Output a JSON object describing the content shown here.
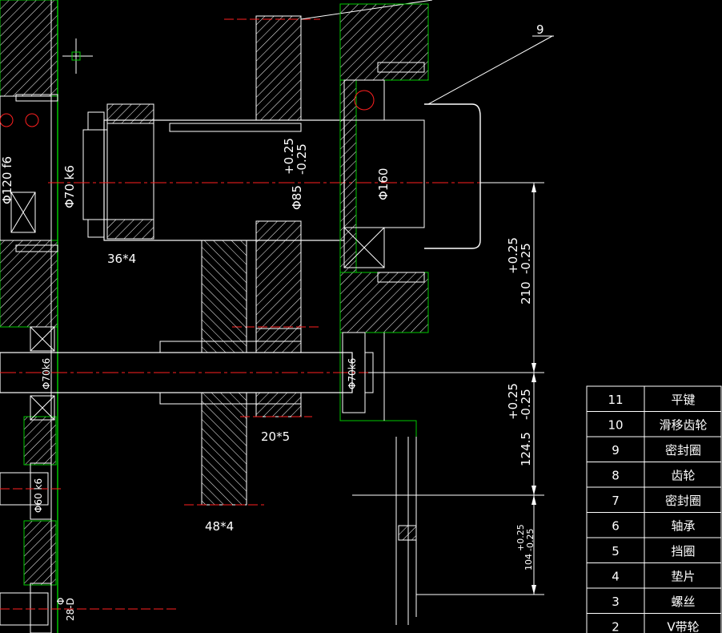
{
  "colors": {
    "background": "#000000",
    "outline": "#ffffff",
    "casing": "#00c800",
    "centerline": "#ff2020",
    "hatch": "#ffffff",
    "marker": "#00c800"
  },
  "annotations": {
    "balloon_9": "9",
    "gear_36x4": "36*4",
    "gear_20x5": "20*5",
    "gear_48x4": "48*4",
    "dia_120": "Φ120 f6",
    "dia_70k6_top": "Φ70 k6",
    "dia_85": "Φ85",
    "tol_85_upper": "+0.25",
    "tol_85_lower": "-0.25",
    "dia_160": "Φ160",
    "dia_70k6_mid_left": "Φ70k6",
    "dia_70k6_mid_right": "Φ70k6",
    "dia_60k6": "Φ60 k6",
    "dia_bottom": "Φ",
    "dia_bottom_val": "28-D"
  },
  "dimensions": {
    "d210": {
      "value": "210",
      "upper": "+0.25",
      "lower": "-0.25"
    },
    "d124": {
      "value": "124.5",
      "upper": "+0.25",
      "lower": "-0.25"
    },
    "d104": {
      "value": "104",
      "upper": "+0.25",
      "lower": "-0.25"
    }
  },
  "parts_table": {
    "rows": [
      {
        "no": "11",
        "name": "平键"
      },
      {
        "no": "10",
        "name": "滑移齿轮"
      },
      {
        "no": "9",
        "name": "密封圈"
      },
      {
        "no": "8",
        "name": "齿轮"
      },
      {
        "no": "7",
        "name": "密封圈"
      },
      {
        "no": "6",
        "name": "轴承"
      },
      {
        "no": "5",
        "name": "挡圈"
      },
      {
        "no": "4",
        "name": "垫片"
      },
      {
        "no": "3",
        "name": "螺丝"
      },
      {
        "no": "2",
        "name": "V带轮"
      }
    ]
  }
}
